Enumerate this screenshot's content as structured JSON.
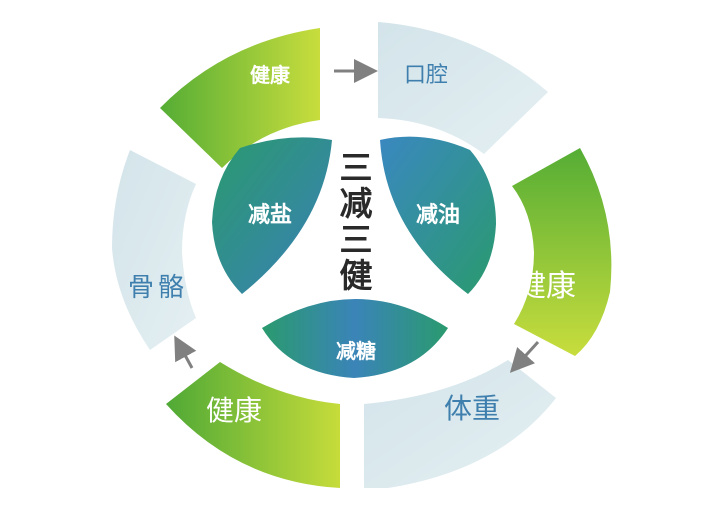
{
  "center": {
    "title_chars": [
      "三",
      "减",
      "三",
      "健"
    ]
  },
  "inner": {
    "left_label": "减盐",
    "right_label": "减油",
    "bottom_label": "减糖"
  },
  "outer": {
    "top_left": "健康",
    "top_right": "口腔",
    "right": "健康",
    "bottom_right": "体重",
    "bottom_left": "健康",
    "left": "骨骼"
  },
  "colors": {
    "green_light": "#c6dc3a",
    "green_dark": "#55ad35",
    "pale_blue": "#d8e8ed",
    "teal": "#2a9080",
    "blue": "#3a84b8",
    "arrow": "#808080",
    "pale_text": "#3f7fae"
  }
}
